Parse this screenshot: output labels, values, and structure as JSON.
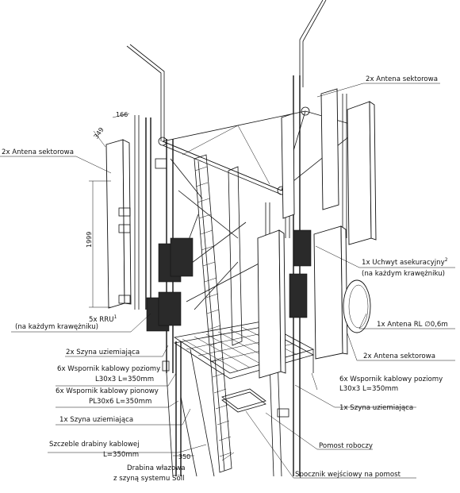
{
  "labels": {
    "antenna_sector_top_right": "2x Antena sektorowa",
    "antenna_sector_left": "2x Antena sektorowa",
    "antenna_sector_right": "2x Antena sektorowa",
    "holder_line1": "1x Uchwyt asekuracyjny",
    "holder_sup": "2",
    "holder_line2": "(na każdym krawężniku)",
    "rru_line1": "5x RRU",
    "rru_sup": "1",
    "rru_line2": "(na każdym krawężniku)",
    "rl_antenna": "1x Antena RL ∅0,6m",
    "grounding_bars": "2x Szyna uziemiająca",
    "cable_support_horizontal_left_1": "6x Wspornik kablowy poziomy",
    "cable_support_horizontal_left_2": "L30x3 L=350mm",
    "cable_support_horizontal_right_1": "6x Wspornik kablowy poziomy",
    "cable_support_horizontal_right_2": "L30x3 L=350mm",
    "cable_support_vertical_1": "6x Wspornik kablowy pionowy",
    "cable_support_vertical_2": "PL30x6 L=350mm",
    "grounding_bar_left": "1x Szyna uziemiająca",
    "grounding_bar_right": "1x Szyna uziemiająca",
    "ladder_rungs_1": "Szczeble drabiny kablowej",
    "ladder_rungs_2": "L=350mm",
    "working_platform": "Pomost roboczy",
    "entry_ladder_1": "Drabina włazowa",
    "entry_ladder_2": "z szyną systemu Söll",
    "platform_rest": "Spocznik wejściowy na pomost"
  },
  "dimensions": {
    "width_166": "166",
    "width_349": "349",
    "height_1999": "1999",
    "rung_350": "350"
  }
}
